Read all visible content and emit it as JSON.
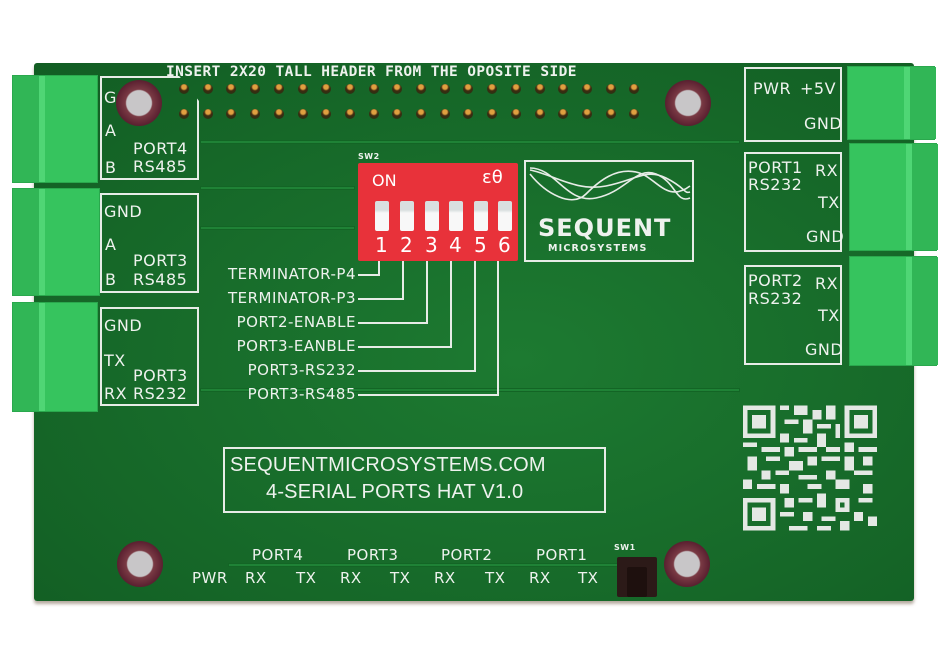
{
  "board": {
    "name": "4-Serial Ports HAT",
    "color": "#186d2b",
    "silk_color": "#eef2ee",
    "terminal_color": "#36c45e",
    "dip_color": "#e8323a",
    "header_note": "INSERT 2X20 TALL HEADER FROM THE OPOSITE SIDE",
    "header_pins": 40
  },
  "left_connectors": [
    {
      "id": "port4-rs485",
      "pins": [
        "G",
        "A",
        "B"
      ],
      "title": "PORT4",
      "subtitle": "RS485"
    },
    {
      "id": "port3-rs485",
      "pins": [
        "GND",
        "A",
        "B"
      ],
      "title": "PORT3",
      "subtitle": "RS485"
    },
    {
      "id": "port3-rs232",
      "pins": [
        "GND",
        "TX",
        "RX"
      ],
      "title": "PORT3",
      "subtitle": "RS232"
    }
  ],
  "right_connectors": [
    {
      "id": "power",
      "title": "PWR",
      "pins": [
        "+5V",
        "GND"
      ]
    },
    {
      "id": "port1-rs232",
      "title": "PORT1",
      "subtitle": "RS232",
      "pins": [
        "RX",
        "TX",
        "GND"
      ]
    },
    {
      "id": "port2-rs232",
      "title": "PORT2",
      "subtitle": "RS232",
      "pins": [
        "RX",
        "TX",
        "GND"
      ]
    }
  ],
  "dip_switch": {
    "designator": "SW2",
    "on_label": "ON",
    "brand_glyph": "εθ",
    "positions": [
      "1",
      "2",
      "3",
      "4",
      "5",
      "6"
    ],
    "functions": [
      "TERMINATOR-P4",
      "TERMINATOR-P3",
      "PORT2-ENABLE",
      "PORT3-EANBLE",
      "PORT3-RS232",
      "PORT3-RS485"
    ]
  },
  "logo": {
    "brand": "SEQUENT",
    "sub": "MICROSYSTEMS"
  },
  "info_box": {
    "line1": "SEQUENTMICROSYSTEMS.COM",
    "line2": "4-SERIAL PORTS HAT V1.0"
  },
  "leds": {
    "pwr_label": "PWR",
    "ports": [
      {
        "title": "PORT4",
        "rx": "RX",
        "tx": "TX"
      },
      {
        "title": "PORT3",
        "rx": "RX",
        "tx": "TX"
      },
      {
        "title": "PORT2",
        "rx": "RX",
        "tx": "TX"
      },
      {
        "title": "PORT1",
        "rx": "RX",
        "tx": "TX"
      }
    ]
  },
  "button": {
    "designator": "SW1"
  }
}
